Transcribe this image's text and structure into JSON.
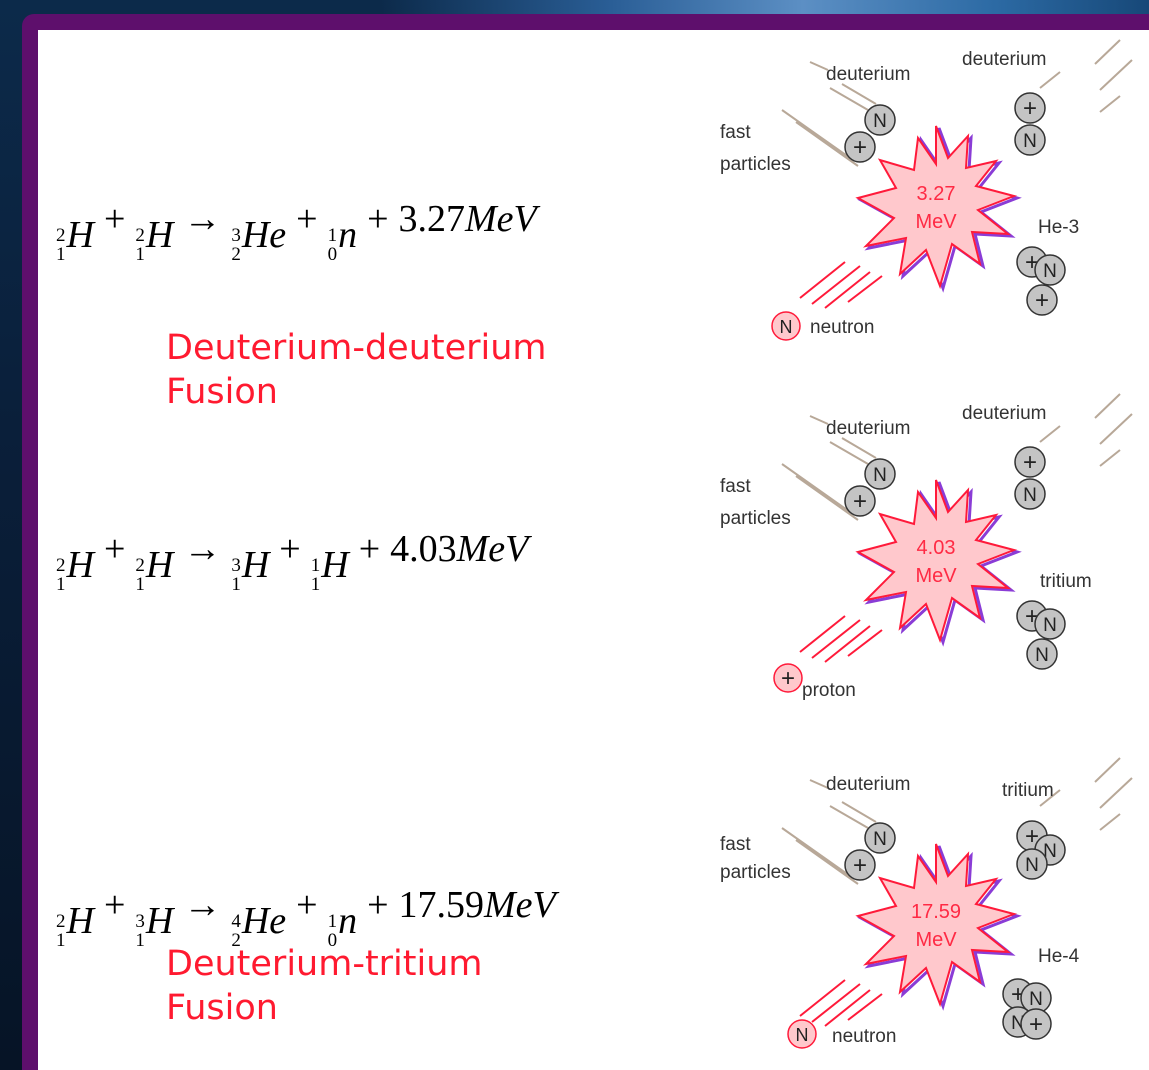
{
  "reactions": [
    {
      "equation": {
        "reactant1": {
          "mass": "2",
          "atomic": "1",
          "symbol": "H"
        },
        "reactant2": {
          "mass": "2",
          "atomic": "1",
          "symbol": "H"
        },
        "product1": {
          "mass": "3",
          "atomic": "2",
          "symbol": "He"
        },
        "product2": {
          "mass": "1",
          "atomic": "0",
          "symbol": "n"
        },
        "energy": "3.27",
        "energy_unit": "MeV"
      },
      "caption_line1": "Deuterium-deuterium",
      "caption_line2": "Fusion",
      "diagram": {
        "label_left_reactant": "deuterium",
        "label_right_reactant": "deuterium",
        "label_fast": "fast",
        "label_particles": "particles",
        "energy_value": "3.27",
        "energy_unit": "MeV",
        "product_label": "He-3",
        "ejected_label": "neutron",
        "ejected_symbol": "N"
      }
    },
    {
      "equation": {
        "reactant1": {
          "mass": "2",
          "atomic": "1",
          "symbol": "H"
        },
        "reactant2": {
          "mass": "2",
          "atomic": "1",
          "symbol": "H"
        },
        "product1": {
          "mass": "3",
          "atomic": "1",
          "symbol": "H"
        },
        "product2": {
          "mass": "1",
          "atomic": "1",
          "symbol": "H"
        },
        "energy": "4.03",
        "energy_unit": "MeV"
      },
      "diagram": {
        "label_left_reactant": "deuterium",
        "label_right_reactant": "deuterium",
        "label_fast": "fast",
        "label_particles": "particles",
        "energy_value": "4.03",
        "energy_unit": "MeV",
        "product_label": "tritium",
        "ejected_label": "proton",
        "ejected_symbol": "+"
      }
    },
    {
      "equation": {
        "reactant1": {
          "mass": "2",
          "atomic": "1",
          "symbol": "H"
        },
        "reactant2": {
          "mass": "3",
          "atomic": "1",
          "symbol": "H"
        },
        "product1": {
          "mass": "4",
          "atomic": "2",
          "symbol": "He"
        },
        "product2": {
          "mass": "1",
          "atomic": "0",
          "symbol": "n"
        },
        "energy": "17.59",
        "energy_unit": "MeV"
      },
      "caption_line1": "Deuterium-tritium",
      "caption_line2": "Fusion",
      "diagram": {
        "label_left_reactant": "deuterium",
        "label_right_reactant": "tritium",
        "label_fast": "fast",
        "label_particles": "particles",
        "energy_value": "17.59",
        "energy_unit": "MeV",
        "product_label": "He-4",
        "ejected_label": "neutron",
        "ejected_symbol": "N"
      }
    }
  ],
  "symbols": {
    "plus": "+",
    "arrow": "→",
    "neutron": "N",
    "proton": "+"
  },
  "colors": {
    "frame": "#5e0f6c",
    "caption": "#ff1a30",
    "burst_fill": "#ffc8cc",
    "burst_stroke": "#ff1a3a",
    "nucleon_fill": "#c4c4c4",
    "neutron_ejected_fill": "#ffc8cc"
  }
}
